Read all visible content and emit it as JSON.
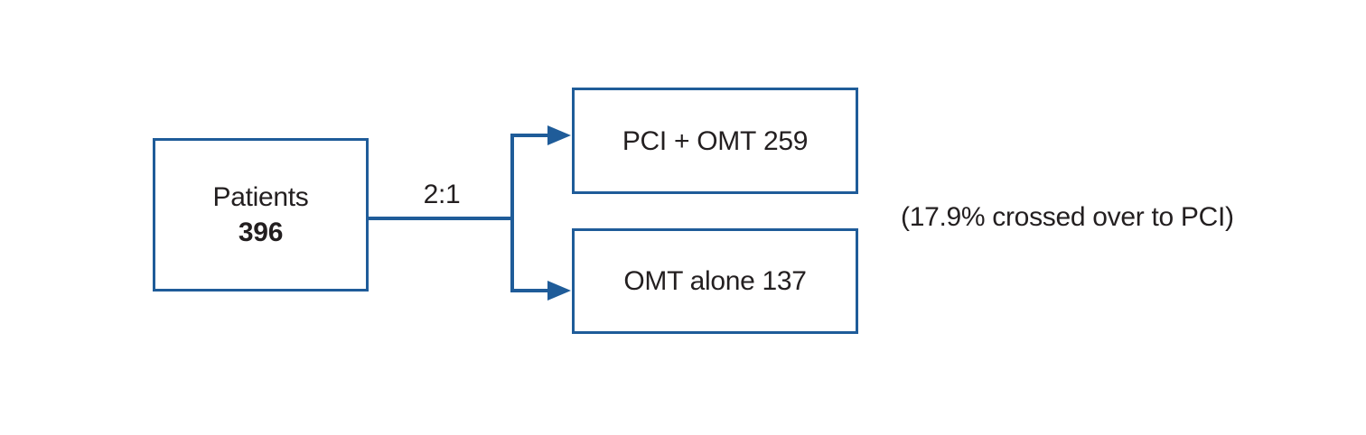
{
  "diagram": {
    "root_box": {
      "label": "Patients",
      "count": "396"
    },
    "ratio_label": "2:1",
    "branches": [
      {
        "label": "PCI + OMT",
        "count": "259"
      },
      {
        "label": "OMT alone",
        "count": "137"
      }
    ],
    "annotation": "(17.9% crossed over to PCI)"
  },
  "colors": {
    "accent": "#1f5c99",
    "text": "#231f20",
    "background": "#ffffff"
  }
}
